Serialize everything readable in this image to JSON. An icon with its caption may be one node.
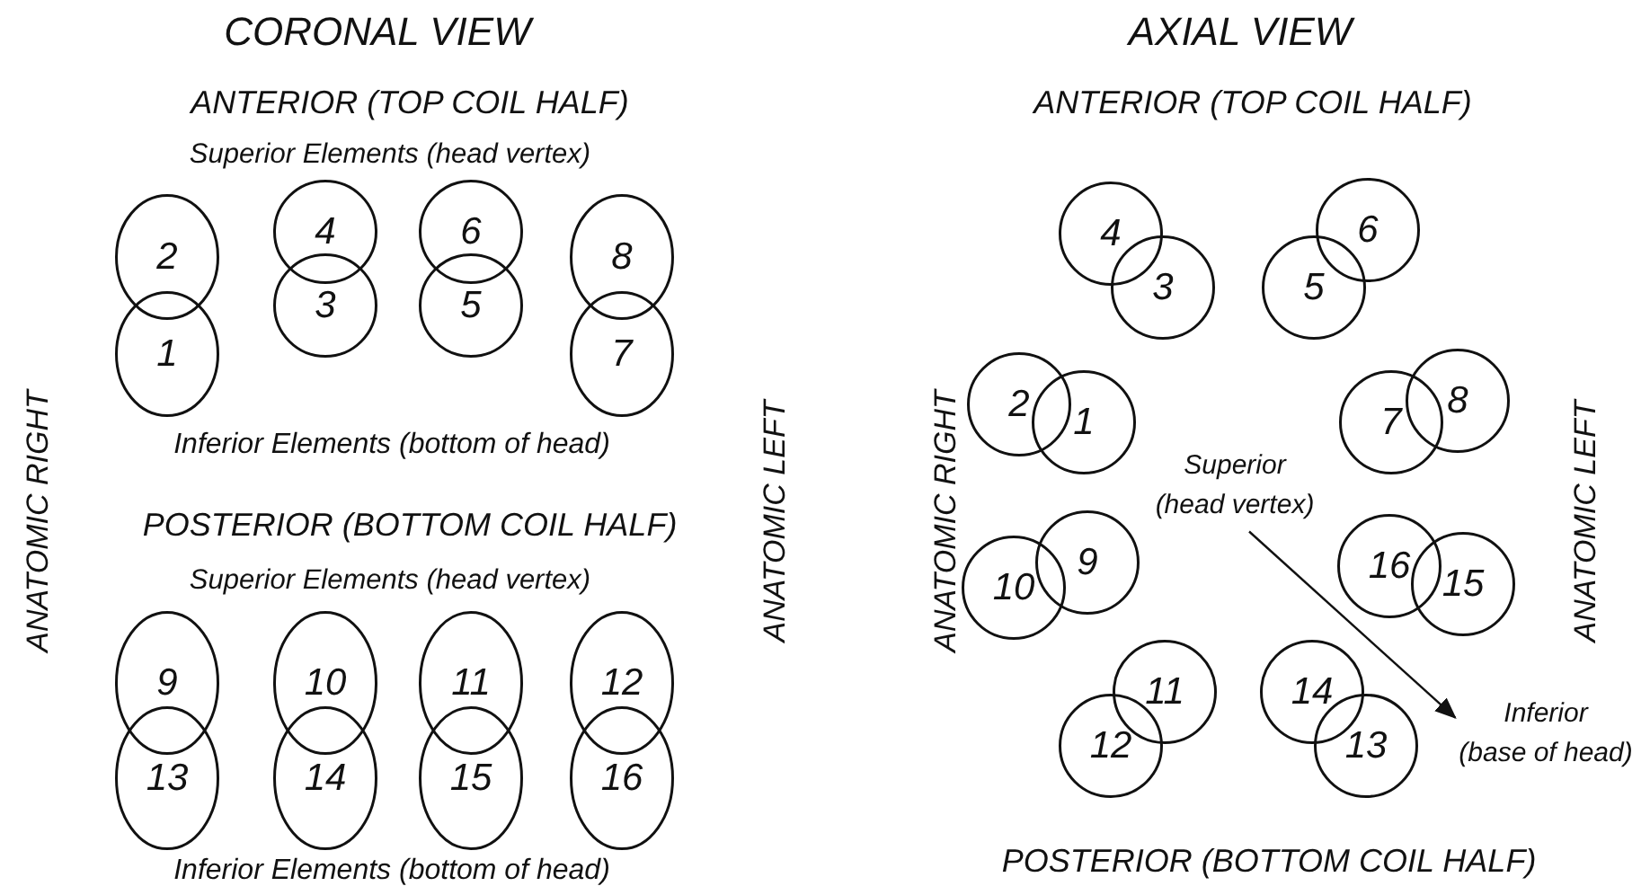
{
  "diagram": {
    "nodes": [
      {
        "text": [
          "2"
        ]
      },
      {
        "text": [
          "1"
        ]
      },
      {
        "text": [
          "4"
        ]
      },
      {
        "text": [
          "3"
        ]
      },
      {
        "text": [
          "6"
        ]
      },
      {
        "text": [
          "5"
        ]
      },
      {
        "text": [
          "8"
        ]
      },
      {
        "text": [
          "7"
        ]
      },
      {
        "text": [
          "9"
        ]
      },
      {
        "text": [
          "13"
        ]
      },
      {
        "text": [
          "10"
        ]
      },
      {
        "text": [
          "14"
        ]
      },
      {
        "text": [
          "11"
        ]
      },
      {
        "text": [
          "15"
        ]
      },
      {
        "text": [
          "12"
        ]
      },
      {
        "text": [
          "16"
        ]
      },
      {
        "text": [
          "4"
        ]
      },
      {
        "text": [
          "3"
        ]
      },
      {
        "text": [
          "6"
        ]
      },
      {
        "text": [
          "5"
        ]
      },
      {
        "text": [
          "2"
        ]
      },
      {
        "text": [
          "1"
        ]
      },
      {
        "text": [
          "7"
        ]
      },
      {
        "text": [
          "8"
        ]
      },
      {
        "text": [
          "Superior (head vertex)"
        ]
      },
      {
        "text": [
          "10"
        ]
      },
      {
        "text": [
          "9"
        ]
      },
      {
        "text": [
          "16"
        ]
      },
      {
        "text": [
          "15"
        ]
      },
      {
        "text": [
          "11"
        ]
      },
      {
        "text": [
          "12"
        ]
      },
      {
        "text": [
          "14"
        ]
      },
      {
        "text": [
          "13"
        ]
      },
      {
        "text": [
          "Inferior (base of head)"
        ]
      }
    ],
    "edges": [
      {
        "from": 24,
        "to": 33,
        "arrow": "to"
      }
    ],
    "labels": [
      "CORONAL VIEW",
      "AXIAL VIEW",
      "ANTERIOR (TOP COIL HALF)",
      "ANTERIOR (TOP COIL HALF)",
      "Superior Elements (head vertex)",
      "ANATOMIC RIGHT",
      "ANATOMIC LEFT",
      "ANATOMIC RIGHT",
      "ANATOMIC LEFT",
      "Inferior Elements (bottom of head)",
      "POSTERIOR (BOTTOM COIL HALF)",
      "Superior Elements (head vertex)",
      "Inferior Elements (bottom of head)",
      "POSTERIOR (BOTTOM COIL HALF)"
    ]
  }
}
